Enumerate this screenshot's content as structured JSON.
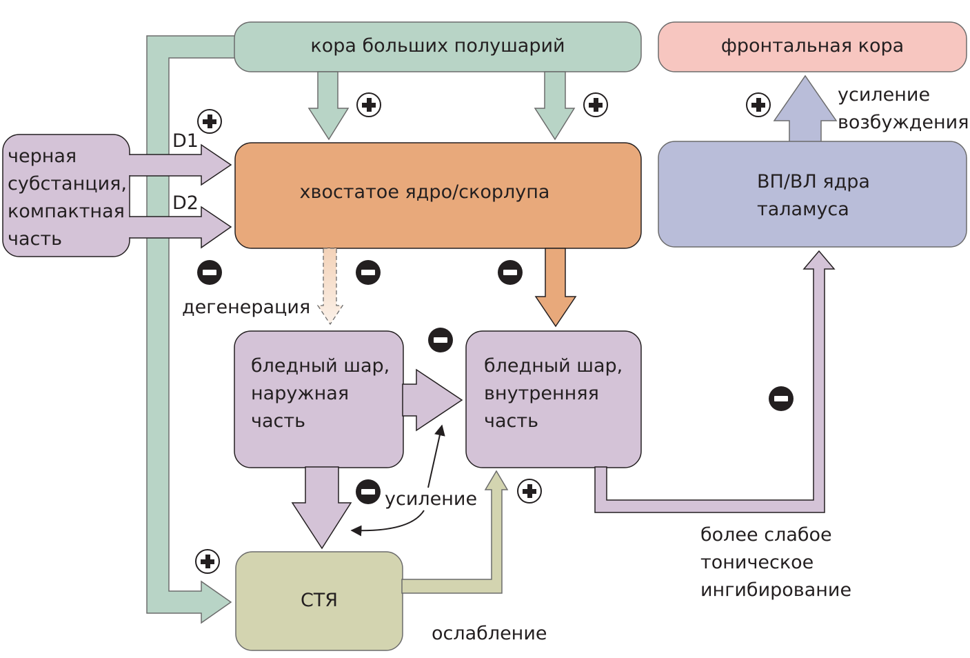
{
  "colors": {
    "cortex": "#b8d4c6",
    "striatum": "#e8a97b",
    "pallidus": "#d4c3d7",
    "thalamus": "#b9bdd9",
    "frontal": "#f7c6c0",
    "stn": "#d3d4b0",
    "outline": "#231f20"
  },
  "nodes": {
    "cortex": "кора больших полушарий",
    "frontal": "фронтальная кора",
    "substantia": [
      "черная",
      "субстанция,",
      "компактная",
      "часть"
    ],
    "striatum": "хвостатое ядро/скорлупа",
    "thalamus": [
      "ВП/ВЛ ядра",
      "таламуса"
    ],
    "gpe": [
      "бледный шар,",
      "наружная",
      "часть"
    ],
    "gpi": [
      "бледный шар,",
      "внутренняя",
      "часть"
    ],
    "stn": "СТЯ"
  },
  "labels": {
    "d1": "D1",
    "d2": "D2",
    "degeneration": "дегенерация",
    "excitation": [
      "усиление",
      "возбуждения"
    ],
    "amplification": "усиление",
    "weakening": "ослабление",
    "weaker_inhibition": [
      "более слабое",
      "тоническое",
      "ингибирование"
    ]
  },
  "signs": [
    {
      "id": "cortex-to-striatum-left",
      "type": "plus"
    },
    {
      "id": "cortex-to-striatum-right",
      "type": "plus"
    },
    {
      "id": "d1-pathway",
      "type": "plus"
    },
    {
      "id": "thalamus-to-frontal",
      "type": "plus"
    },
    {
      "id": "d2-pathway",
      "type": "minus"
    },
    {
      "id": "striatum-to-gpe",
      "type": "minus"
    },
    {
      "id": "striatum-to-gpi",
      "type": "minus"
    },
    {
      "id": "gpe-to-gpi",
      "type": "minus"
    },
    {
      "id": "gpi-to-thalamus",
      "type": "minus"
    },
    {
      "id": "gpe-to-stn",
      "type": "minus"
    },
    {
      "id": "stn-to-gpi",
      "type": "plus"
    },
    {
      "id": "cortex-to-stn",
      "type": "plus"
    }
  ]
}
